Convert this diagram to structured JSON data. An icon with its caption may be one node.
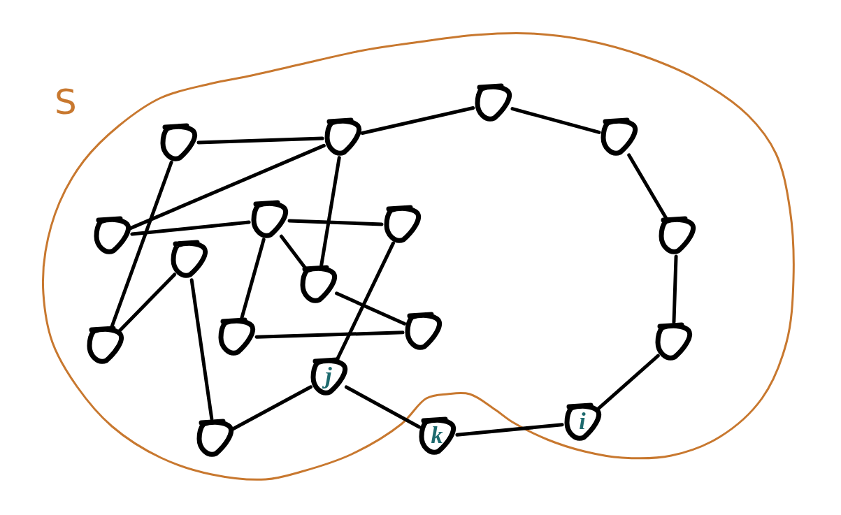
{
  "diagram": {
    "nodes": [
      {
        "text": [
          "S"
        ]
      },
      {
        "text": [],
        "shape": "circle",
        "in": 0
      },
      {
        "text": [],
        "shape": "circle",
        "in": 0
      },
      {
        "text": [],
        "shape": "circle",
        "in": 0
      },
      {
        "text": [],
        "shape": "circle",
        "in": 0
      },
      {
        "text": [],
        "shape": "circle",
        "in": 0
      },
      {
        "text": [],
        "shape": "circle",
        "in": 0
      },
      {
        "text": [],
        "shape": "circle",
        "in": 0
      },
      {
        "text": [],
        "shape": "circle",
        "in": 0
      },
      {
        "text": [],
        "shape": "circle",
        "in": 0
      },
      {
        "text": [],
        "shape": "circle",
        "in": 0
      },
      {
        "text": [],
        "shape": "circle",
        "in": 0
      },
      {
        "text": [],
        "shape": "circle",
        "in": 0
      },
      {
        "text": [],
        "shape": "circle",
        "in": 0
      },
      {
        "text": [],
        "shape": "circle",
        "in": 0
      },
      {
        "text": [
          "j"
        ],
        "in": 0
      },
      {
        "text": [],
        "shape": "circle",
        "in": 0
      },
      {
        "text": [
          "k"
        ]
      },
      {
        "text": [
          "i"
        ],
        "in": 0
      }
    ],
    "edges": [
      {
        "from": 1,
        "to": 2,
        "arrow": "none"
      },
      {
        "from": 1,
        "to": 11,
        "arrow": "none"
      },
      {
        "from": 2,
        "to": 3,
        "arrow": "none"
      },
      {
        "from": 2,
        "to": 5,
        "arrow": "none"
      },
      {
        "from": 2,
        "to": 10,
        "arrow": "none"
      },
      {
        "from": 3,
        "to": 4,
        "arrow": "none"
      },
      {
        "from": 4,
        "to": 9,
        "arrow": "none"
      },
      {
        "from": 5,
        "to": 6,
        "arrow": "none"
      },
      {
        "from": 6,
        "to": 7,
        "arrow": "none"
      },
      {
        "from": 6,
        "to": 10,
        "arrow": "none"
      },
      {
        "from": 6,
        "to": 12,
        "arrow": "none"
      },
      {
        "from": 7,
        "to": 15,
        "arrow": "none"
      },
      {
        "from": 8,
        "to": 11,
        "arrow": "none"
      },
      {
        "from": 8,
        "to": 16,
        "arrow": "none"
      },
      {
        "from": 9,
        "to": 14,
        "arrow": "none"
      },
      {
        "from": 10,
        "to": 13,
        "arrow": "none"
      },
      {
        "from": 12,
        "to": 13,
        "arrow": "none"
      },
      {
        "from": 14,
        "to": 18,
        "arrow": "none"
      },
      {
        "from": 15,
        "to": 16,
        "arrow": "none"
      },
      {
        "from": 15,
        "to": 17,
        "arrow": "none"
      },
      {
        "from": 17,
        "to": 18,
        "arrow": "none"
      }
    ]
  }
}
